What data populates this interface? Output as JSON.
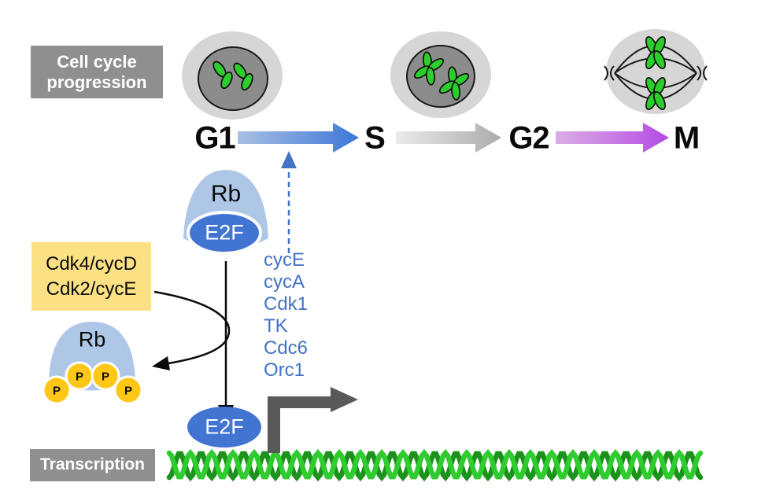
{
  "labels": {
    "cell_cycle_line1": "Cell cycle",
    "cell_cycle_line2": "progression",
    "transcription": "Transcription"
  },
  "phases": {
    "g1": "G1",
    "s": "S",
    "g2": "G2",
    "m": "M"
  },
  "rb_e2f_complex": {
    "rb": "Rb",
    "e2f": "E2F"
  },
  "kinase_box": {
    "line1": "Cdk4/cycD",
    "line2": "Cdk2/cycE"
  },
  "phospho_rb": {
    "rb": "Rb",
    "phosphate": "P"
  },
  "target_genes": [
    "cycE",
    "cycA",
    "Cdk1",
    "TK",
    "Cdc6",
    "Orc1"
  ],
  "promoter": {
    "e2f": "E2F"
  },
  "colors": {
    "phase_arrow_blue_start": "#A9C0E3",
    "phase_arrow_blue_end": "#3C76D8",
    "phase_arrow_gray_start": "#EBEBEB",
    "phase_arrow_gray_end": "#ABABAB",
    "phase_arrow_purple_start": "#DCAEE4",
    "phase_arrow_purple_end": "#B44BE4",
    "rb_fill": "#AFC7E7",
    "e2f_fill": "#4274D2",
    "gene_text_blue": "#4472C4",
    "dashed_arrow_blue": "#4472C4",
    "kinase_box_fill": "#FBE184",
    "phosphate_yellow": "#FFC716",
    "chromosome_green": "#2BCE2B",
    "dna_light_green": "#2FCB2F",
    "dna_dark_green": "#1B921B",
    "label_box_gray": "#8F8F8F",
    "promoter_arrow_gray": "#595959",
    "cell_body_gray": "#D6D6D6",
    "nucleus_gray": "#8C8C8C"
  }
}
